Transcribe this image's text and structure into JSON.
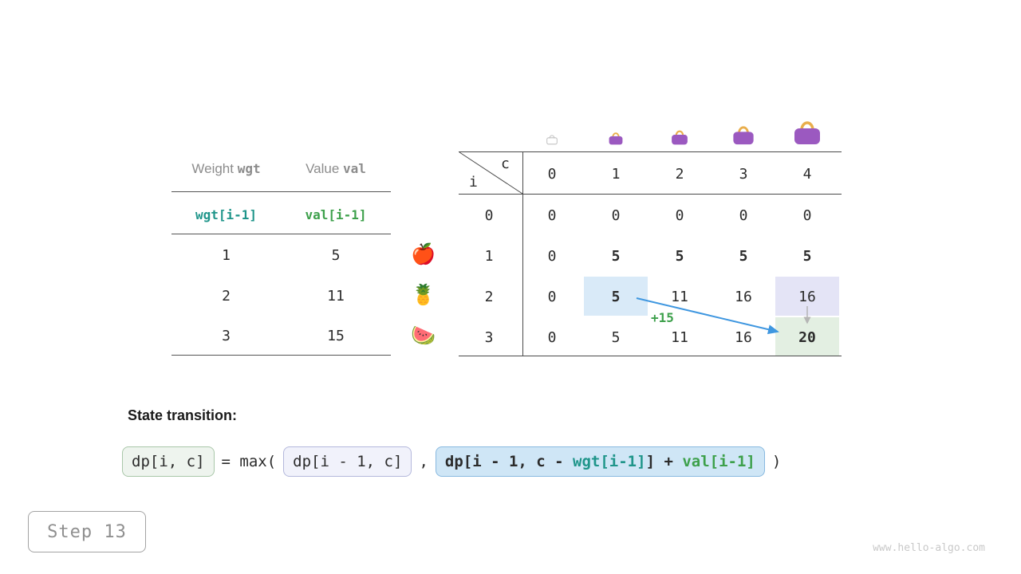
{
  "colors": {
    "teal": "#1F958A",
    "green": "#3DA04B",
    "arrow_blue": "#3F97E0",
    "bag_body": "#9B59C0",
    "bag_handle": "#E9AE4C",
    "highlight_blue": "#D9EAF8",
    "highlight_lavender": "#E4E4F6",
    "highlight_green": "#E3EFE2"
  },
  "items_table": {
    "headers": [
      {
        "prefix": "Weight ",
        "bold": "wgt"
      },
      {
        "prefix": "Value ",
        "bold": "val"
      }
    ],
    "param_row": [
      "wgt[i-1]",
      "val[i-1]"
    ],
    "rows": [
      [
        "1",
        "5"
      ],
      [
        "2",
        "11"
      ],
      [
        "3",
        "15"
      ]
    ]
  },
  "fruits": [
    "🍎",
    "🍍",
    "🍉"
  ],
  "bag_icons": [
    "bag-icon-capacity-0",
    "bag-icon-capacity-1",
    "bag-icon-capacity-2",
    "bag-icon-capacity-3",
    "bag-icon-capacity-4"
  ],
  "dp_table": {
    "corner": {
      "row_var": "i",
      "col_var": "c"
    },
    "col_headers": [
      "0",
      "1",
      "2",
      "3",
      "4"
    ],
    "row_headers": [
      "0",
      "1",
      "2",
      "3"
    ],
    "rows": [
      [
        "0",
        "0",
        "0",
        "0",
        "0"
      ],
      [
        "0",
        "5",
        "5",
        "5",
        "5"
      ],
      [
        "0",
        "5",
        "11",
        "16",
        "16"
      ],
      [
        "0",
        "5",
        "11",
        "16",
        "20"
      ]
    ],
    "annotation": "+15"
  },
  "state_transition": {
    "label": "State transition:",
    "lhs": "dp[i, c]",
    "eq": "= max(",
    "option1": "dp[i - 1, c]",
    "comma": ",",
    "option2": {
      "prefix": "dp[i - 1, c - ",
      "wgt": "wgt[i-1]",
      "mid": "] + ",
      "val": "val[i-1]"
    },
    "close": ")"
  },
  "step_label": "Step 13",
  "watermark": "www.hello-algo.com"
}
